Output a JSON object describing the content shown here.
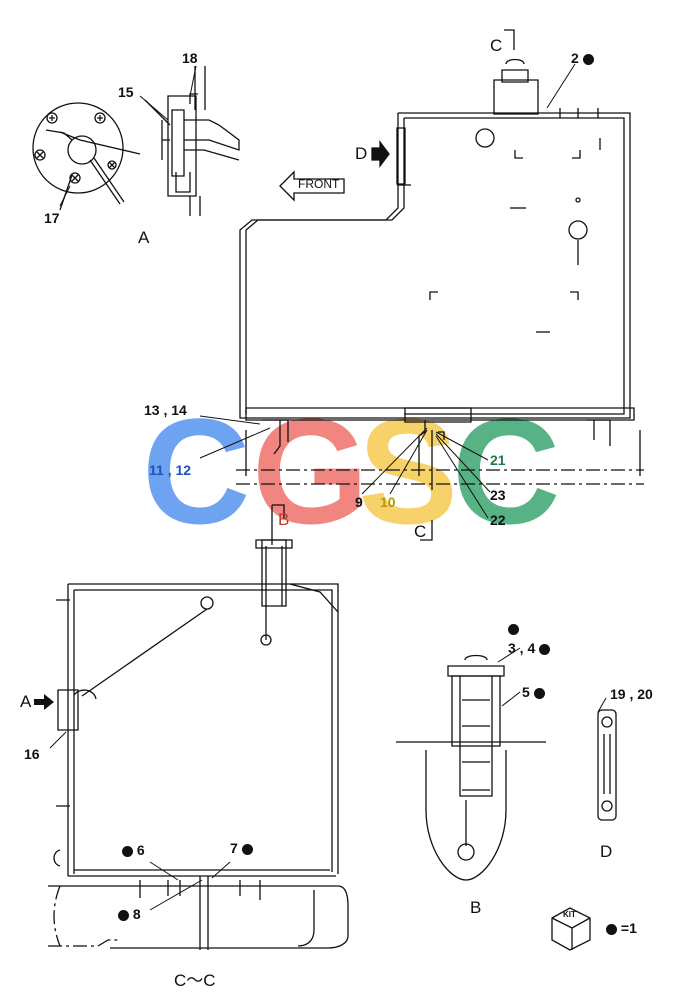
{
  "watermark": {
    "letters": [
      "C",
      "G",
      "S",
      "C"
    ],
    "colors": [
      "#4f8ff0",
      "#ee6b63",
      "#f6c94b",
      "#33a36b"
    ]
  },
  "view_labels": {
    "A": "A",
    "B": "B",
    "CC": "C～C",
    "D": "D",
    "C_top": "C",
    "B_section": "B",
    "C_section": "C",
    "D_arrow": "D",
    "A_arrow": "A"
  },
  "front_label": "FRONT",
  "kit": {
    "text": "KIT",
    "equals": "=1"
  },
  "labels": {
    "p2": "2",
    "p18": "18",
    "p15": "15",
    "p17": "17",
    "p13_14": "13 , 14",
    "p11_12": "11 , 12",
    "p9": "9",
    "p10": "10",
    "p21": "21",
    "p23": "23",
    "p22": "22",
    "p3_4": "3 , 4",
    "p5": "5",
    "p19_20": "19 , 20",
    "p16": "16",
    "p6": "6",
    "p7": "7",
    "p8": "8"
  },
  "label_colors": {
    "p11_12": "#1f4fb8",
    "p10": "#b8950a",
    "p21": "#1f7a4a",
    "p23": "#111111",
    "p22": "#111111"
  }
}
